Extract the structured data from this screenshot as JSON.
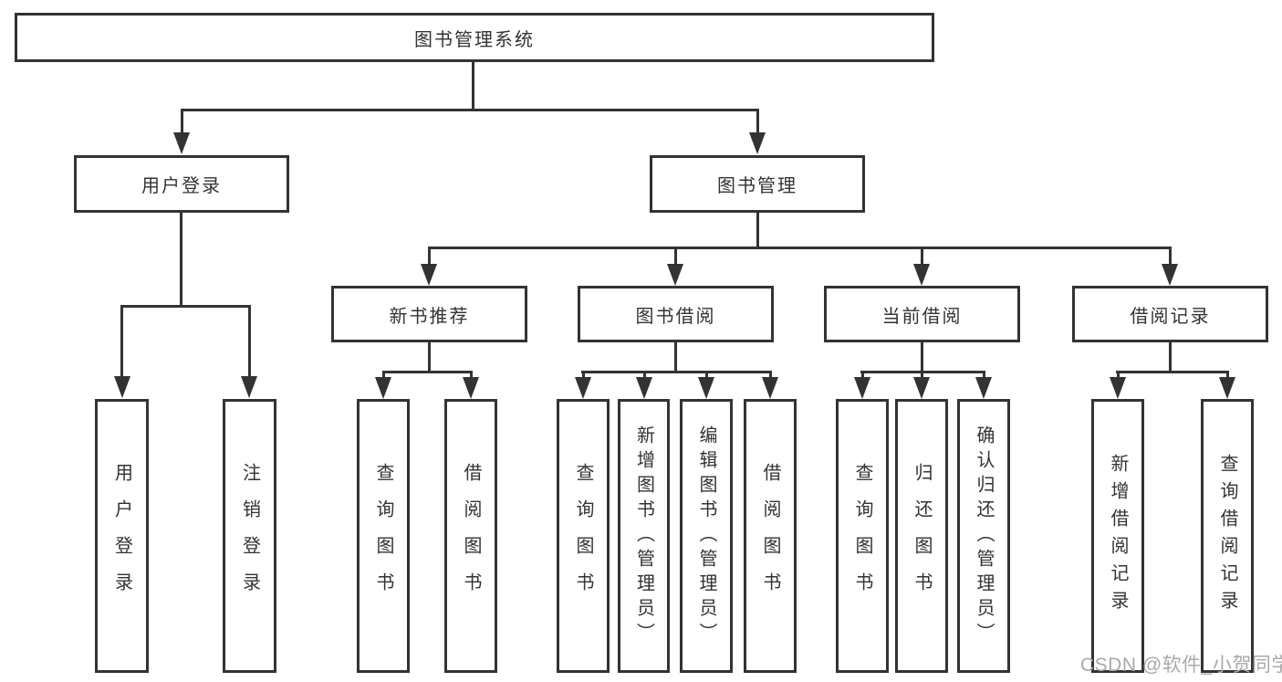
{
  "diagram": {
    "root": {
      "label": "图书管理系统"
    },
    "branches": [
      {
        "label": "用户登录",
        "leaves": [
          {
            "label": "用户登录"
          },
          {
            "label": "注销登录"
          }
        ]
      },
      {
        "label": "图书管理",
        "sections": [
          {
            "label": "新书推荐",
            "leaves": [
              {
                "label": "查询图书"
              },
              {
                "label": "借阅图书"
              }
            ]
          },
          {
            "label": "图书借阅",
            "leaves": [
              {
                "label": "查询图书"
              },
              {
                "label": "新增图书（管理员）"
              },
              {
                "label": "编辑图书（管理员）"
              },
              {
                "label": "借阅图书"
              }
            ]
          },
          {
            "label": "当前借阅",
            "leaves": [
              {
                "label": "查询图书"
              },
              {
                "label": "归还图书"
              },
              {
                "label": "确认归还（管理员）"
              }
            ]
          },
          {
            "label": "借阅记录",
            "leaves": [
              {
                "label": "新增借阅记录"
              },
              {
                "label": "查询借阅记录"
              }
            ]
          }
        ]
      }
    ]
  },
  "watermark": {
    "text": "CSDN @软件_小贺同学"
  },
  "colors": {
    "line": "#333333",
    "text": "#333333",
    "watermark": "#a9a9a9",
    "background": "#ffffff"
  }
}
